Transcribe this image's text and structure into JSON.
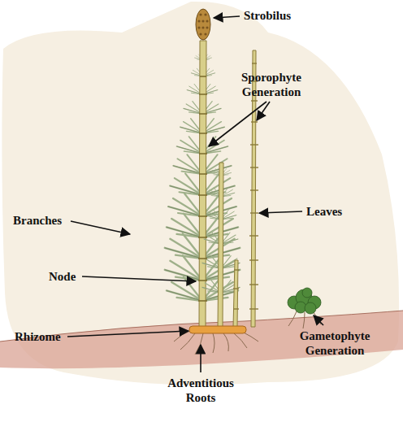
{
  "diagram": {
    "labels": [
      "Strobilus",
      "Sporophyte Generation",
      "Leaves",
      "Branches",
      "Node",
      "Rhizome",
      "Gametophyte Generation",
      "Adventitious Roots"
    ]
  }
}
